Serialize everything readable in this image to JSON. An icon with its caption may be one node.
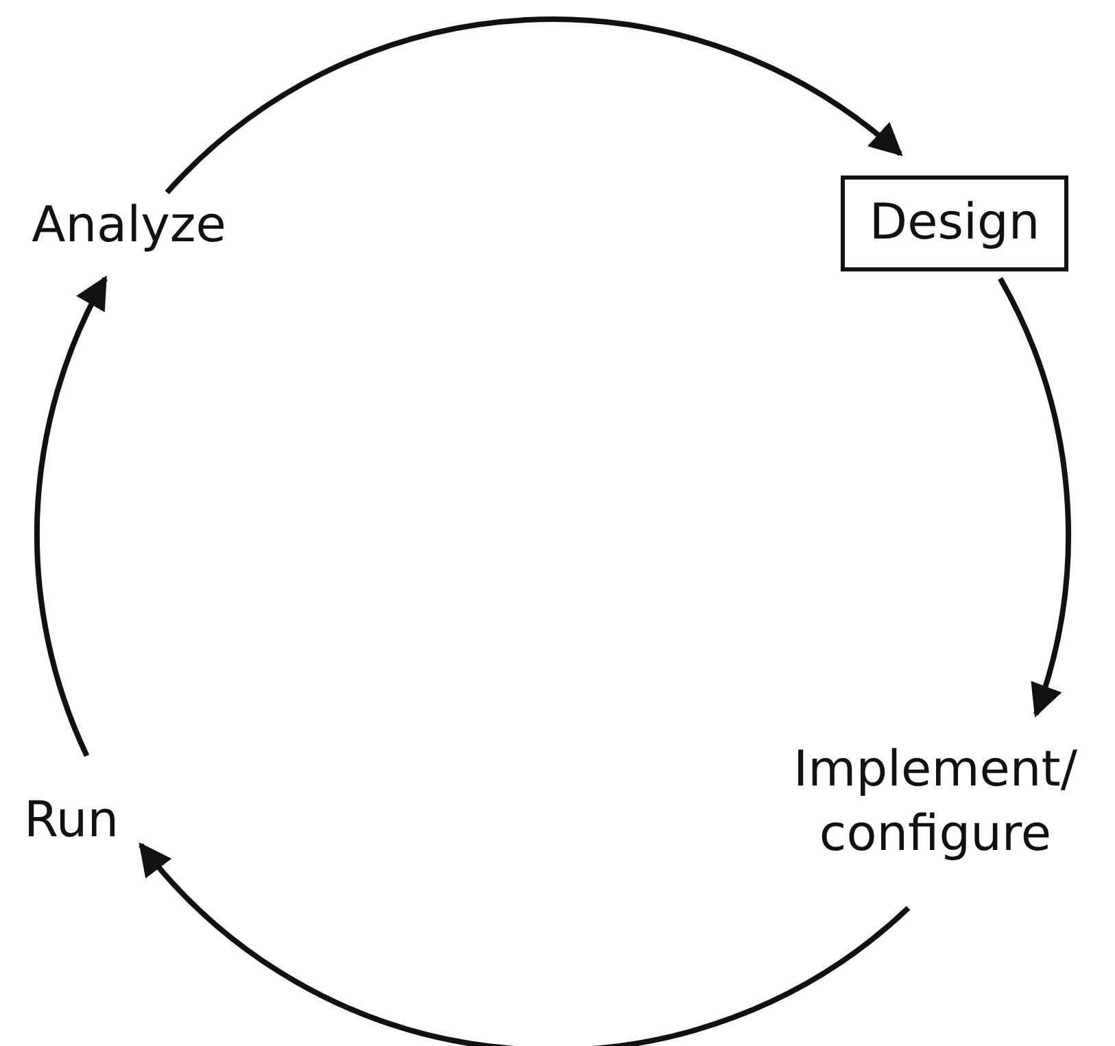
{
  "diagram": {
    "nodes": [
      {
        "text": [
          "Analyze"
        ]
      },
      {
        "text": [
          "Design"
        ]
      },
      {
        "text": [
          "Implement/ configure"
        ]
      },
      {
        "text": [
          "Run"
        ]
      }
    ],
    "edges": [
      {
        "from": 0,
        "to": 1,
        "arrow": "to"
      },
      {
        "from": 1,
        "to": 2,
        "arrow": "to"
      },
      {
        "from": 2,
        "to": 3,
        "arrow": "to"
      },
      {
        "from": 3,
        "to": 0,
        "arrow": "to"
      }
    ]
  }
}
